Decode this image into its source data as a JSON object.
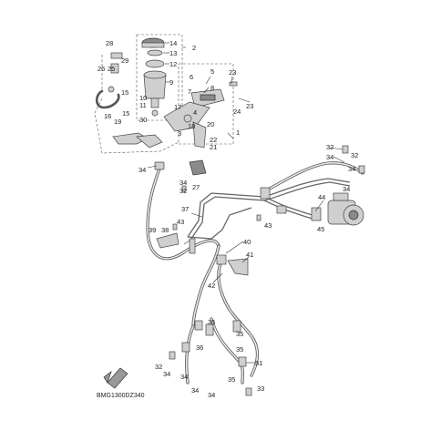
{
  "diagram": {
    "code": "BMG1300DZ340",
    "callouts": [
      "1",
      "2",
      "3",
      "4",
      "5",
      "6",
      "7",
      "8",
      "9",
      "10",
      "11",
      "12",
      "13",
      "14",
      "15",
      "15",
      "16",
      "17",
      "18",
      "19",
      "20",
      "21",
      "22",
      "23",
      "23",
      "24",
      "25",
      "26",
      "27",
      "28",
      "29",
      "30",
      "31",
      "32",
      "32",
      "32",
      "32",
      "33",
      "34",
      "34",
      "34",
      "34",
      "34",
      "34",
      "34",
      "34",
      "34",
      "35",
      "35",
      "35",
      "35",
      "36",
      "37",
      "38",
      "39",
      "40",
      "41",
      "42",
      "43",
      "43",
      "44",
      "45"
    ]
  }
}
